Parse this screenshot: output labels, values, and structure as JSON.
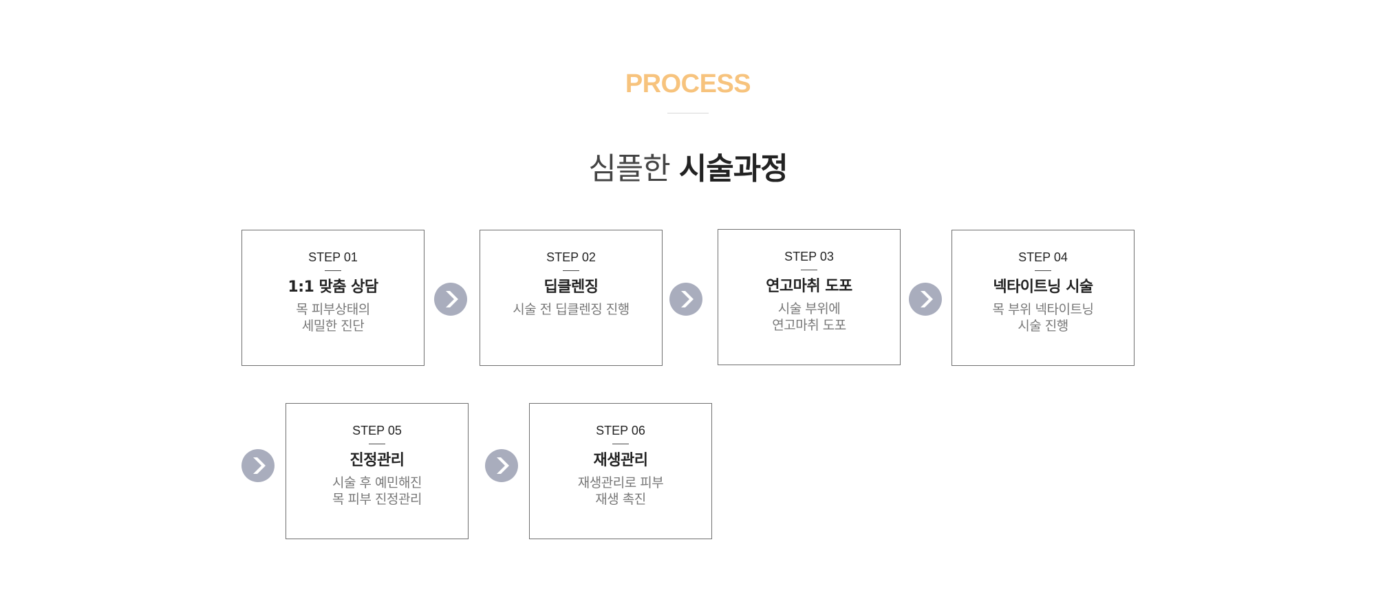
{
  "header": {
    "eyebrow": "PROCESS",
    "title_light": "심플한",
    "title_bold": "시술과정"
  },
  "steps": [
    {
      "label": "STEP 01",
      "title": "1:1 맞춤 상담",
      "desc": [
        "목 피부상태의",
        "세밀한 진단"
      ]
    },
    {
      "label": "STEP 02",
      "title": "딥클렌징",
      "desc": [
        "시술 전 딥클렌징 진행"
      ]
    },
    {
      "label": "STEP 03",
      "title": "연고마취 도포",
      "desc": [
        "시술 부위에",
        "연고마취 도포"
      ]
    },
    {
      "label": "STEP 04",
      "title": "넥타이트닝 시술",
      "desc": [
        "목 부위 넥타이트닝",
        "시술 진행"
      ]
    },
    {
      "label": "STEP 05",
      "title": "진정관리",
      "desc": [
        "시술 후 예민해진",
        "목 피부 진정관리"
      ]
    },
    {
      "label": "STEP 06",
      "title": "재생관리",
      "desc": [
        "재생관리로 피부",
        "재생 촉진"
      ]
    }
  ],
  "icons": {
    "arrow": "chevron-right-circle-icon"
  },
  "colors": {
    "accent": "#f7c37d",
    "arrow_bg": "#a9adbd",
    "card_border": "#6f6f6f",
    "desc_text": "#777777"
  }
}
